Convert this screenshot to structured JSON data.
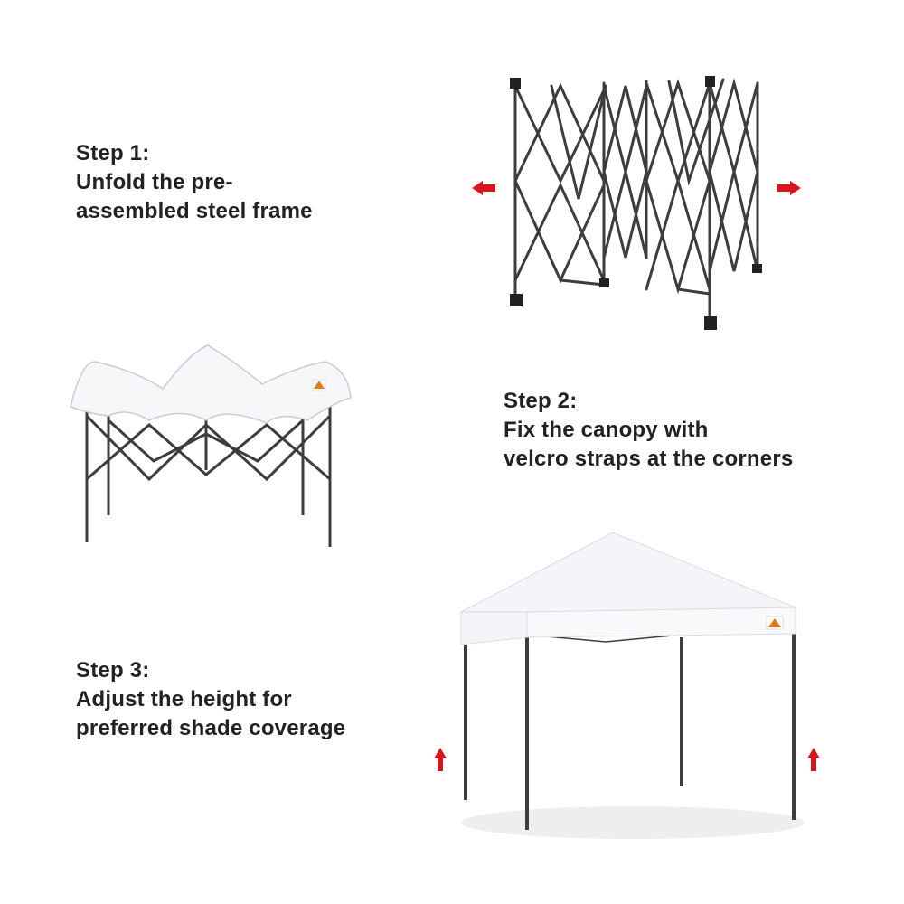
{
  "steps": [
    {
      "heading": "Step 1:",
      "lines": [
        "Unfold the pre-",
        "assembled steel frame"
      ]
    },
    {
      "heading": "Step 2:",
      "lines": [
        "Fix the canopy with",
        "velcro straps at the corners"
      ]
    },
    {
      "heading": "Step 3:",
      "lines": [
        "Adjust the height for",
        "preferred shade coverage"
      ]
    }
  ],
  "colors": {
    "text": "#222222",
    "arrow": "#d8141c",
    "frame": "#3d3d3d",
    "canopy": "#f6f7f9",
    "logo_accent": "#e07a1c"
  },
  "icons": [
    "arrow-left-icon",
    "arrow-right-icon",
    "arrow-up-icon"
  ]
}
